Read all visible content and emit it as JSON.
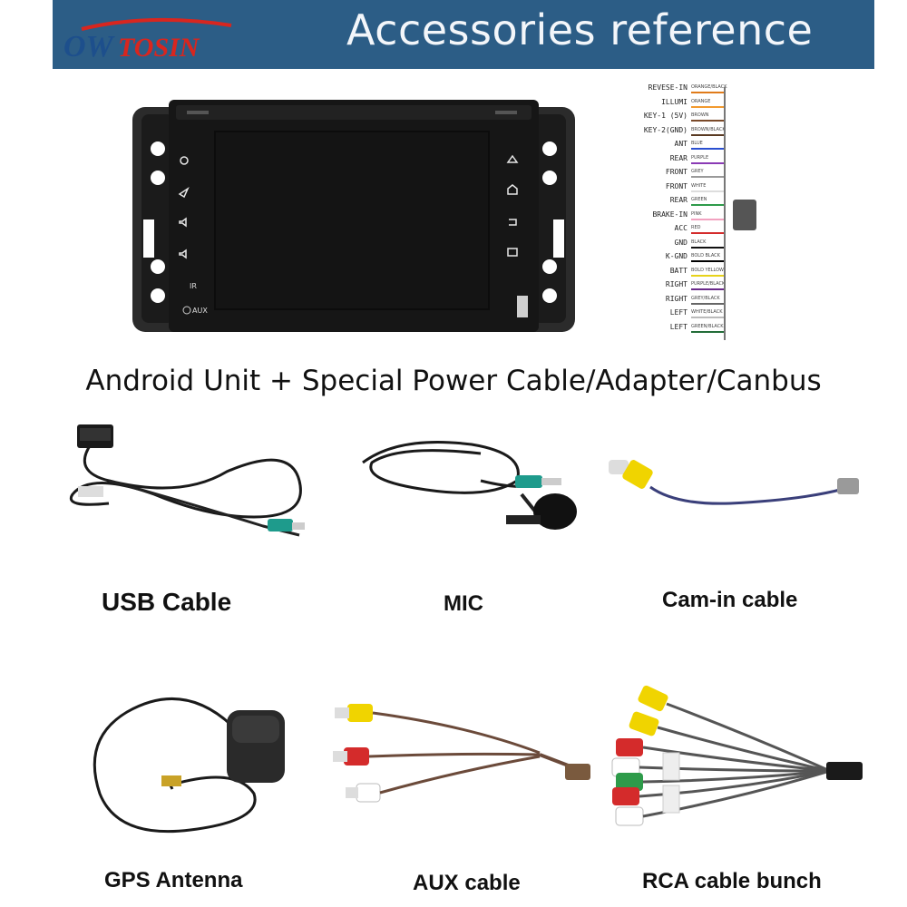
{
  "header": {
    "brand": "OWTOSIN",
    "title": "Accessories reference",
    "colors": {
      "bar": "#2c5d86",
      "brand_red": "#d8261f",
      "brand_blue": "#1d4f8c"
    }
  },
  "unit": {
    "caption": "Android Unit + Special Power Cable/Adapter/Canbus",
    "labels": {
      "ir": "IR",
      "aux": "AUX"
    }
  },
  "wiring": {
    "pins": [
      {
        "name": "REVESE-IN",
        "color": "ORANGE/BLACK"
      },
      {
        "name": "ILLUMI",
        "color": "ORANGE"
      },
      {
        "name": "KEY-1 (5V)",
        "color": "BROWN"
      },
      {
        "name": "KEY-2(GND)",
        "color": "BROWN/BLACK"
      },
      {
        "name": "ANT",
        "color": "BLUE"
      },
      {
        "name": "REAR",
        "color": "PURPLE"
      },
      {
        "name": "FRONT",
        "color": "GREY"
      },
      {
        "name": "FRONT",
        "color": "WHITE"
      },
      {
        "name": "REAR",
        "color": "GREEN"
      },
      {
        "name": "BRAKE-IN",
        "color": "PINK"
      },
      {
        "name": "ACC",
        "color": "RED"
      },
      {
        "name": "GND",
        "color": "BLACK"
      },
      {
        "name": "K-GND",
        "color": "BOLD BLACK"
      },
      {
        "name": "BATT",
        "color": "BOLD YELLOW"
      },
      {
        "name": "RIGHT",
        "color": "PURPLE/BLACK"
      },
      {
        "name": "RIGHT",
        "color": "GREY/BLACK"
      },
      {
        "name": "LEFT",
        "color": "WHITE/BLACK"
      },
      {
        "name": "LEFT",
        "color": "GREEN/BLACK"
      }
    ]
  },
  "accessories": [
    {
      "id": "usb",
      "label": "USB Cable"
    },
    {
      "id": "mic",
      "label": "MIC"
    },
    {
      "id": "cam",
      "label": "Cam-in cable"
    },
    {
      "id": "gps",
      "label": "GPS Antenna"
    },
    {
      "id": "aux",
      "label": "AUX cable"
    },
    {
      "id": "rca",
      "label": "RCA cable bunch"
    }
  ]
}
